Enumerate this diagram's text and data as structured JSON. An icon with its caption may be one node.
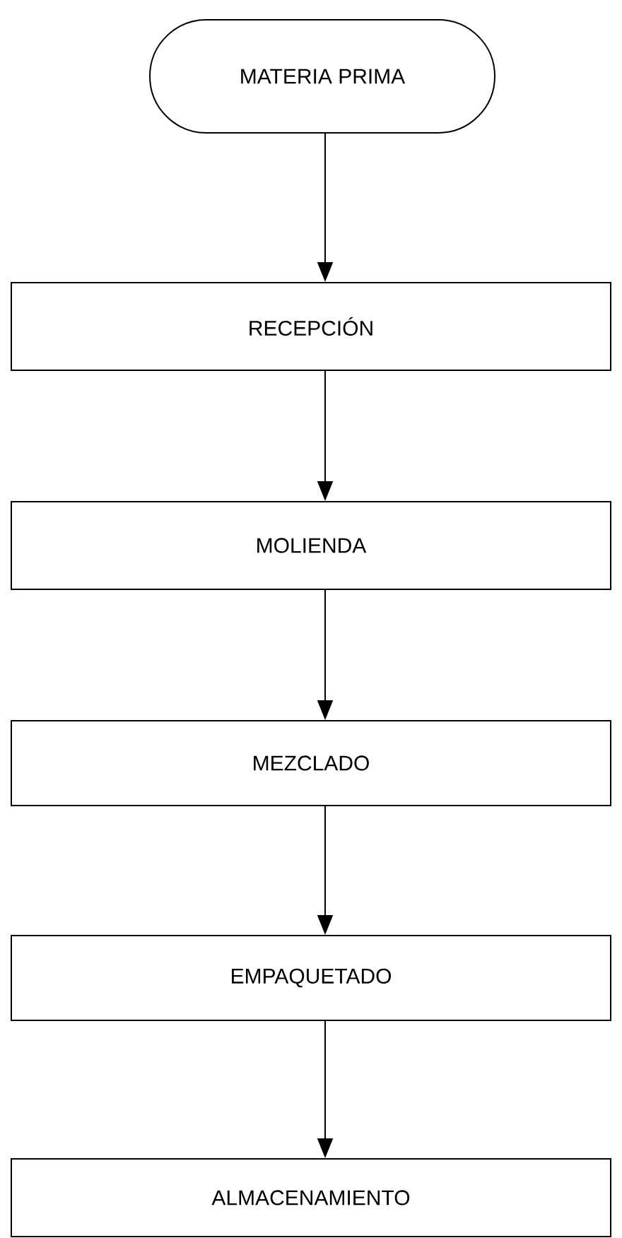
{
  "diagram": {
    "nodes": [
      {
        "text": [
          "MATERIA PRIMA"
        ]
      },
      {
        "text": [
          "RECEPCIÓN"
        ]
      },
      {
        "text": [
          "MOLIENDA"
        ]
      },
      {
        "text": [
          "MEZCLADO"
        ]
      },
      {
        "text": [
          "EMPAQUETADO"
        ]
      },
      {
        "text": [
          "ALMACENAMIENTO"
        ]
      }
    ],
    "edges": [
      {
        "from": 0,
        "to": 1,
        "arrow": "to"
      },
      {
        "from": 1,
        "to": 2,
        "arrow": "to"
      },
      {
        "from": 2,
        "to": 3,
        "arrow": "to"
      },
      {
        "from": 3,
        "to": 4,
        "arrow": "to"
      },
      {
        "from": 4,
        "to": 5,
        "arrow": "to"
      }
    ]
  }
}
